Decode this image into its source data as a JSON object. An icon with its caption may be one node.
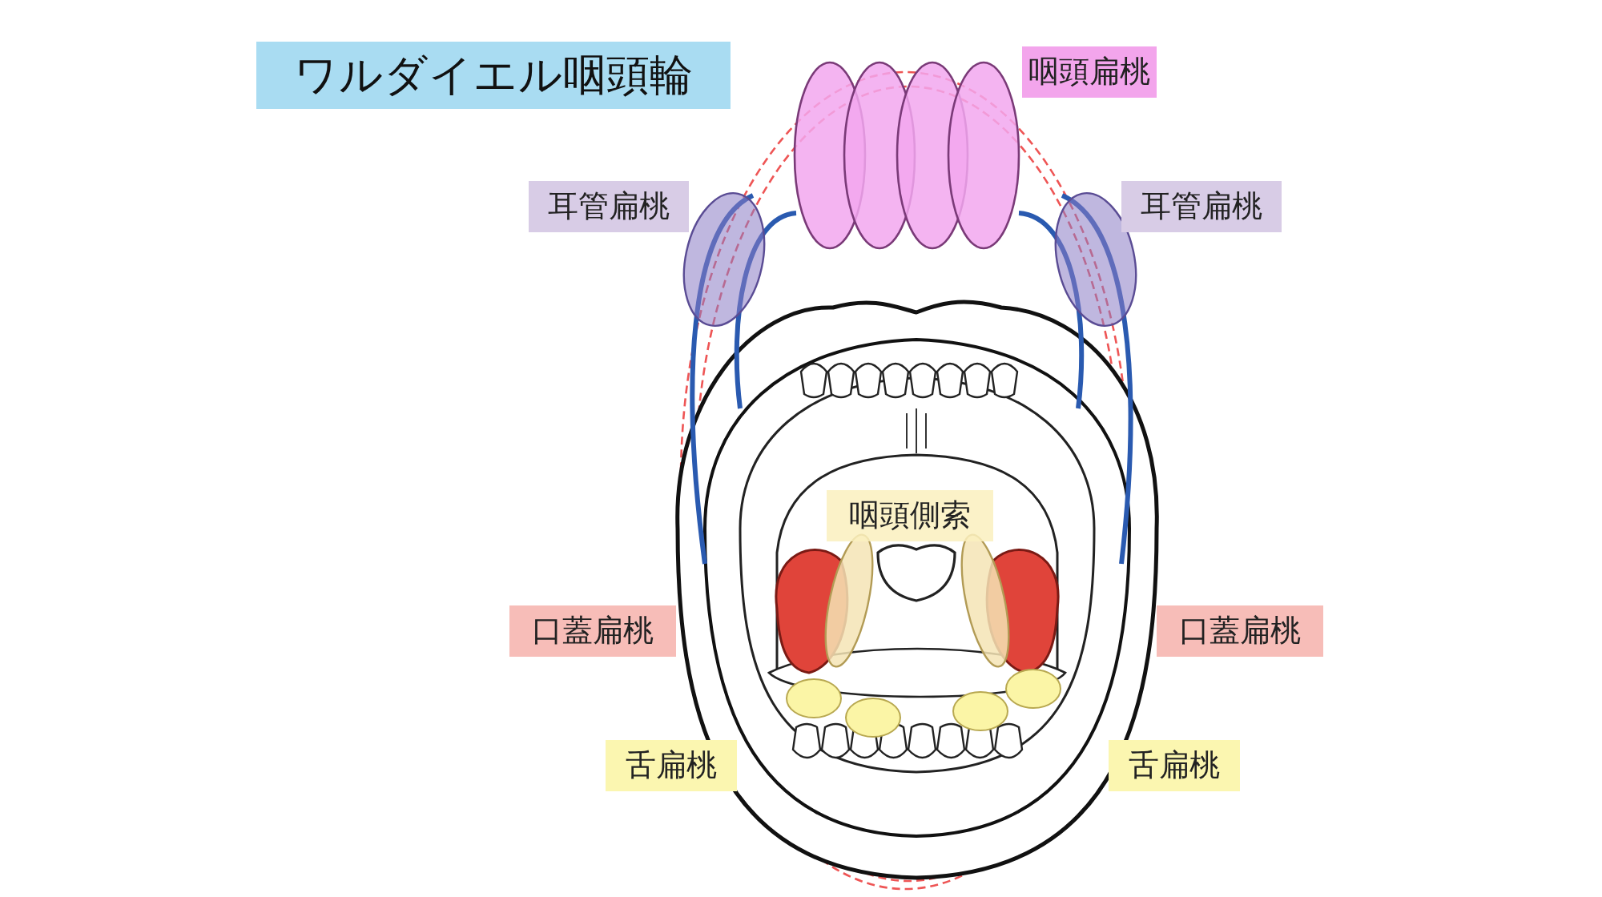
{
  "diagram": {
    "title": "ワルダイエル咽頭輪",
    "nodes": [
      {
        "text": [
          "咽頭扁桃"
        ]
      },
      {
        "text": [
          "耳管扁桃"
        ]
      },
      {
        "text": [
          "耳管扁桃"
        ]
      },
      {
        "text": [
          "咽頭側索"
        ]
      },
      {
        "text": [
          "口蓋扁桃"
        ]
      },
      {
        "text": [
          "口蓋扁桃"
        ]
      },
      {
        "text": [
          "舌扁桃"
        ]
      },
      {
        "text": [
          "舌扁桃"
        ]
      }
    ]
  }
}
